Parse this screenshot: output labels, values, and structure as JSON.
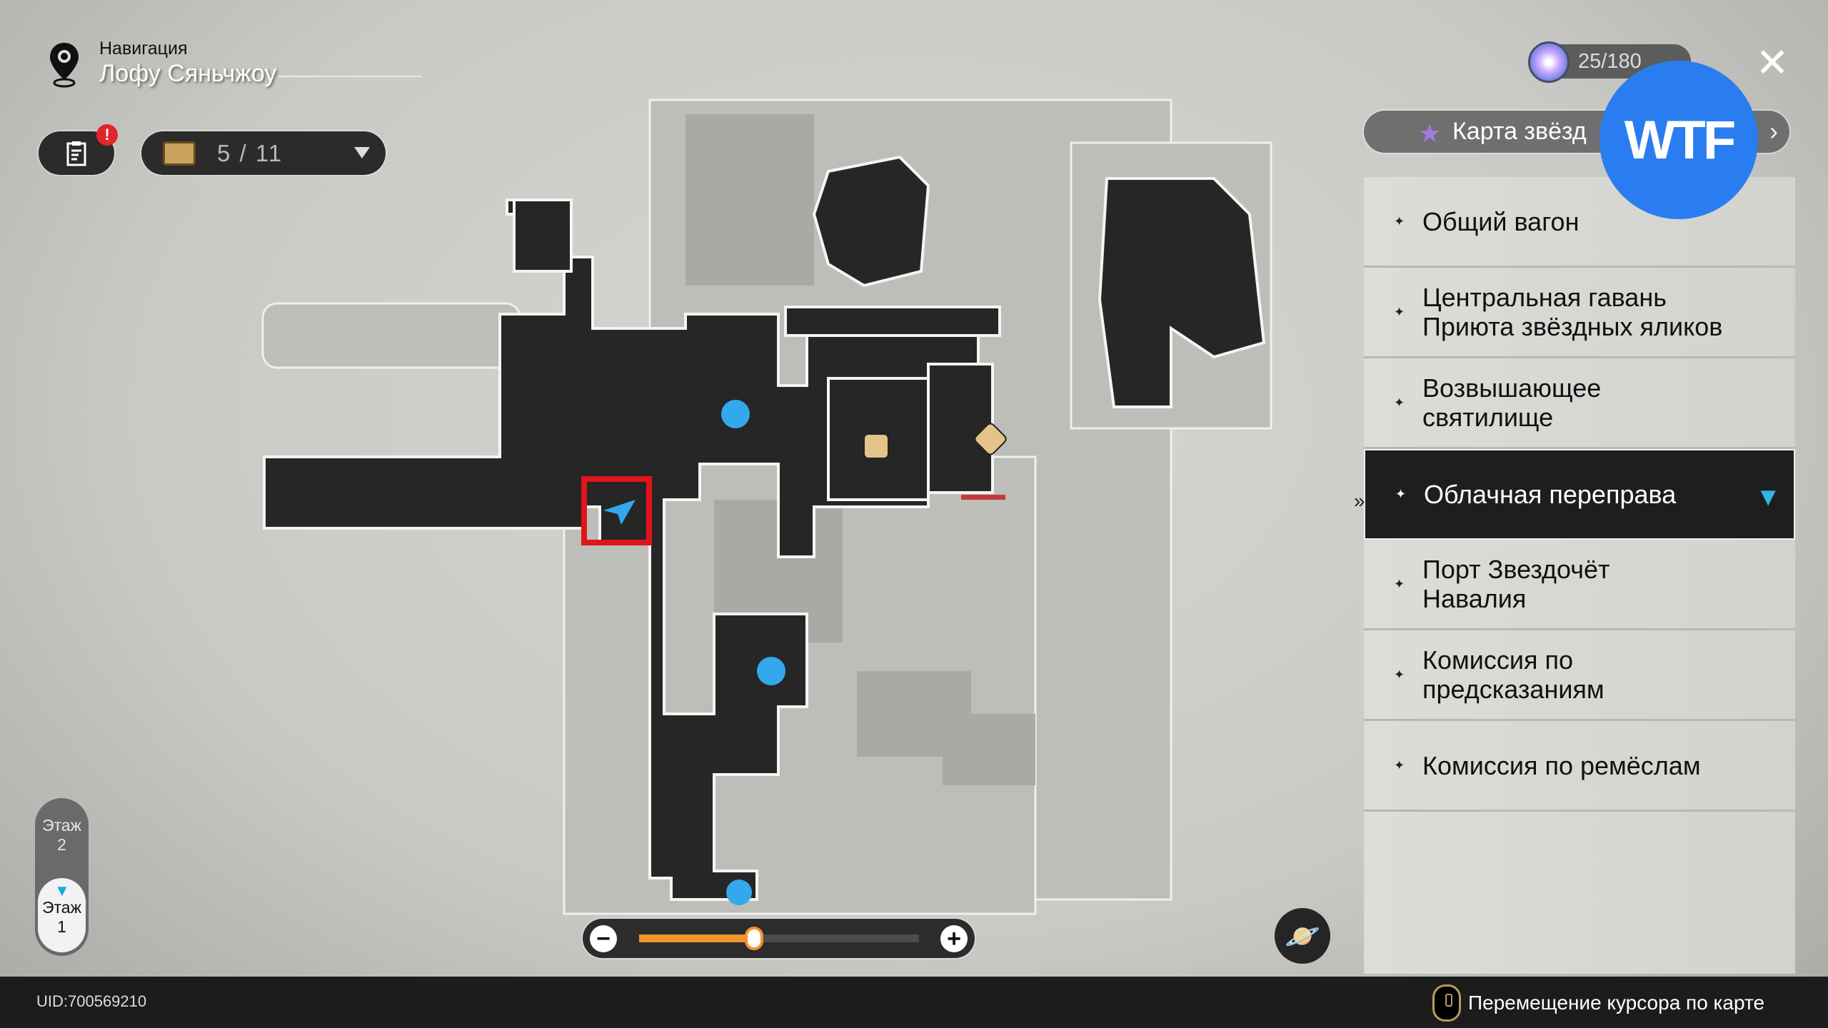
{
  "header": {
    "section": "Навигация",
    "location": "Лофу Сяньчжоу"
  },
  "toolbar": {
    "alert_badge": "!",
    "chest_count": "5 / 11"
  },
  "currency": {
    "value": "25/180"
  },
  "star_map": {
    "label": "Карта звёзд"
  },
  "overlay": {
    "watermark": "WTF"
  },
  "locations": [
    {
      "label": "Общий вагон",
      "selected": false
    },
    {
      "label": "Центральная гавань Приюта звёздных яликов",
      "selected": false
    },
    {
      "label": "Возвышающее святилище",
      "selected": false
    },
    {
      "label": "Облачная переправа",
      "selected": true
    },
    {
      "label": "Порт Звездочёт Навалия",
      "selected": false
    },
    {
      "label": "Комиссия по предсказаниям",
      "selected": false
    },
    {
      "label": "Комиссия по ремёслам",
      "selected": false
    }
  ],
  "floors": [
    {
      "label": "Этаж",
      "number": "2"
    },
    {
      "label": "Этаж",
      "number": "1",
      "current": true
    }
  ],
  "zoom": {
    "level": 0.41,
    "minus": "−",
    "plus": "+"
  },
  "footer": {
    "uid": "UID:700569210",
    "hint": "Перемещение курсора по карте"
  },
  "colors": {
    "accent": "#f0952e",
    "highlight": "#e0262b",
    "selected": "#1e1e1e",
    "watermark": "#2a7df1"
  }
}
